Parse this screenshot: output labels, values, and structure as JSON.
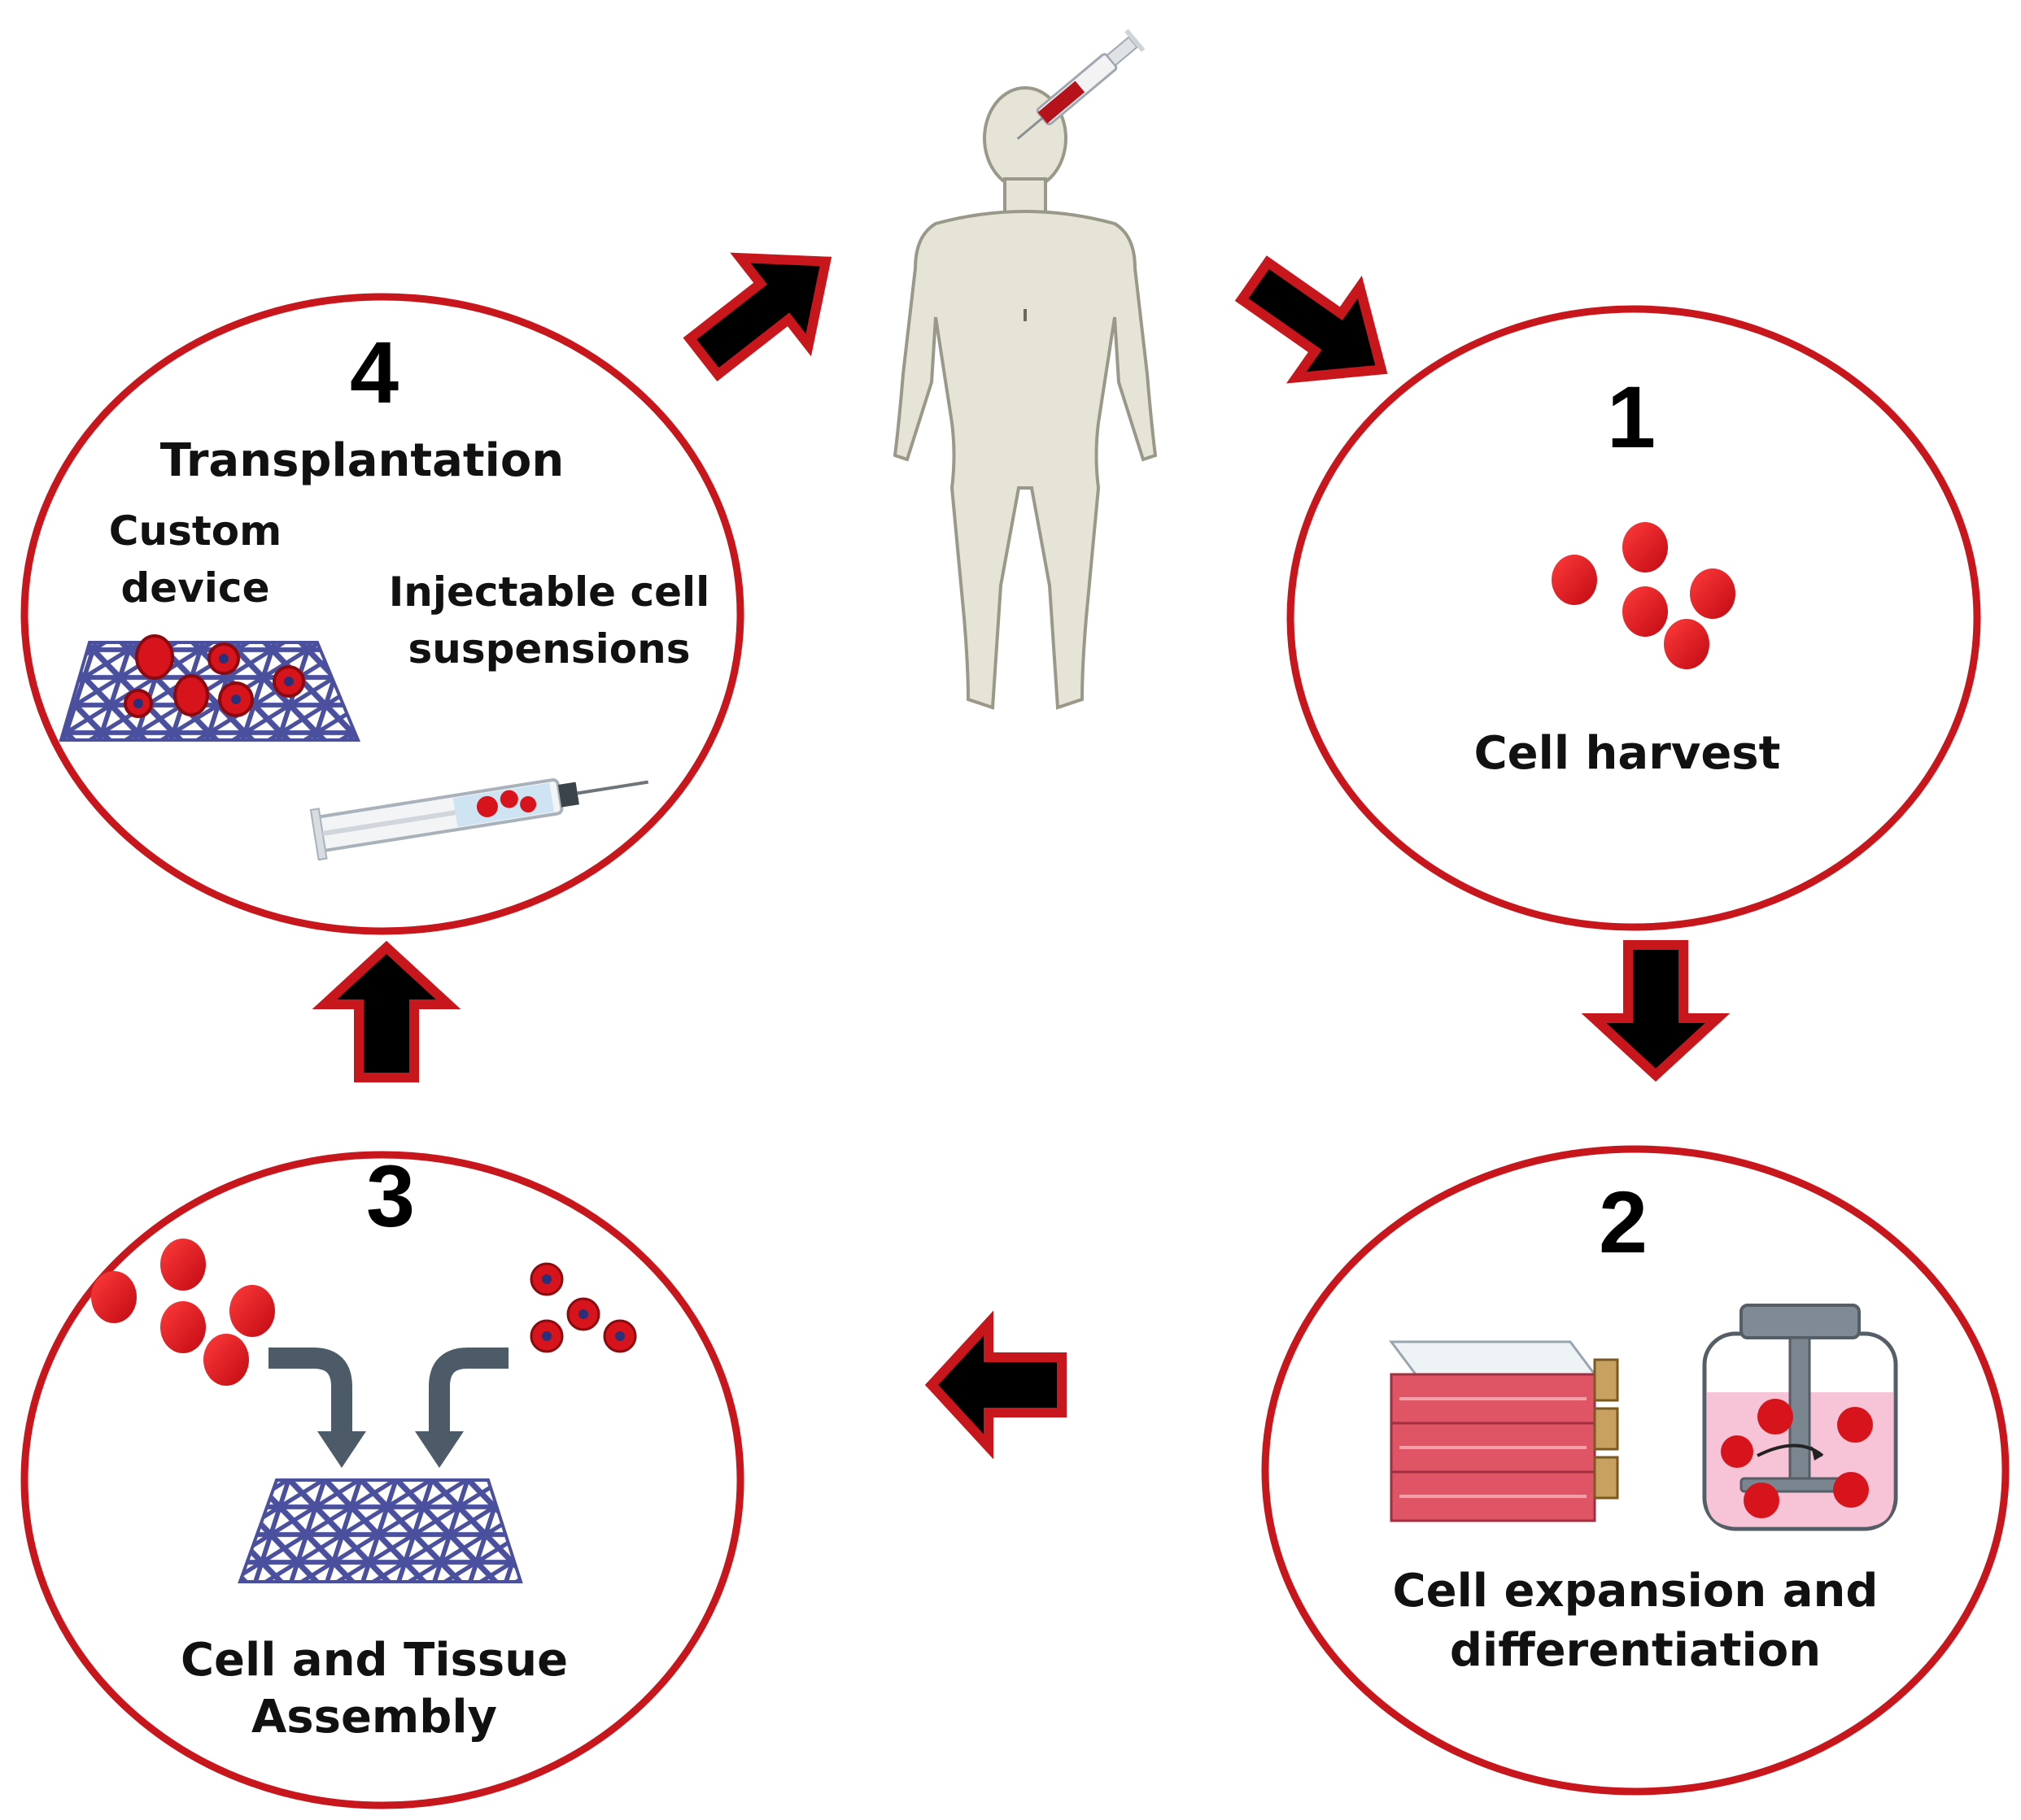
{
  "stages": {
    "harvest": {
      "number": "1",
      "label": "Cell harvest"
    },
    "expansion": {
      "number": "2",
      "label_line1": "Cell expansion and",
      "label_line2": "differentiation"
    },
    "assembly": {
      "number": "3",
      "label_line1": "Cell and Tissue",
      "label_line2": "Assembly"
    },
    "transplantation": {
      "number": "4",
      "label": "Transplantation",
      "device_line1": "Custom",
      "device_line2": "device",
      "injectable_line1": "Injectable cell",
      "injectable_line2": "suspensions"
    }
  },
  "colors": {
    "circle_border": "#c8161d",
    "cell_red": "#d7141b",
    "arrow_fill": "#000000",
    "arrow_outline": "#c8161d",
    "body_fill": "#e6e4d6",
    "body_outline": "#9a9888",
    "scaffold": "#4a4f9e",
    "gray_arrow": "#4d5a68",
    "flask_red": "#e05565",
    "bioreactor_fluid": "#f6c4d6"
  },
  "icons": [
    "human-figure",
    "syringe-icon",
    "scaffold-mesh",
    "culture-flask-stack",
    "bioreactor-icon",
    "red-cell"
  ]
}
